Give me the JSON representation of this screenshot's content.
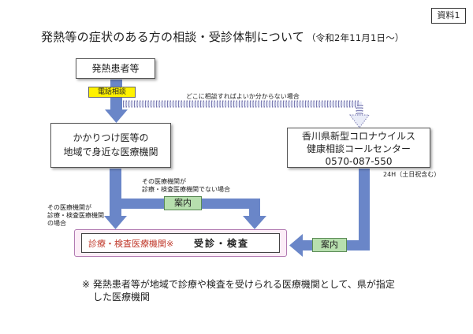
{
  "badge": "資料1",
  "title": "発熱等の症状のある方の相談・受診体制について",
  "title_date": "（令和2年11月1日～）",
  "nodes": {
    "patient": "発熱患者等",
    "clinic_line1": "かかりつけ医等の",
    "clinic_line2": "地域で身近な医療機関",
    "center_line1": "香川県新型コロナウイルス",
    "center_line2": "健康相談コールセンター",
    "center_phone": "0570-087-550",
    "center_hours": "24H（土日祝含む）",
    "exam_label": "診療・検査医療機関※",
    "exam_text": "受診・検査"
  },
  "tags": {
    "phone_consult": "電話相談",
    "guide_1": "案内",
    "guide_2": "案内"
  },
  "notes": {
    "dotted_route": "どこに相談すればよいか分からない場合",
    "not_exam_line1": "その医療機関が",
    "not_exam_line2": "診療・検査医療機関でない場合",
    "is_exam_line1": "その医療機関が",
    "is_exam_line2": "診療・検査医療機関",
    "is_exam_line3": "の場合"
  },
  "footnote_line1": "※ 発熱患者等が地域で診療や検査を受けられる医療機関として、県が指定",
  "footnote_line2": "した医療機関",
  "colors": {
    "arrow_blue": "#6a86c8",
    "exam_pink": "#fcedf7",
    "exam_border": "#b27bb2",
    "tag_yellow": "#fff200",
    "tag_green": "#b7dfae",
    "exam_label_red": "#c0392b"
  }
}
